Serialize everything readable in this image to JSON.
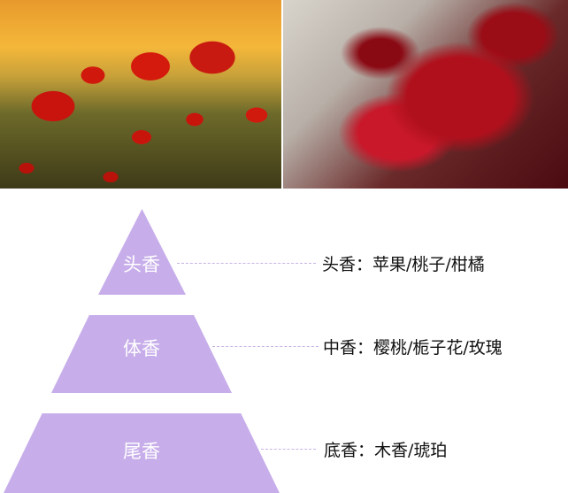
{
  "photos": [
    {
      "name": "poppy-field-photo"
    },
    {
      "name": "red-rose-photo"
    }
  ],
  "pyramid": {
    "color": "#c7aeea",
    "tiers": [
      {
        "label": "头香",
        "note": "头香：苹果/桃子/柑橘"
      },
      {
        "label": "体香",
        "note": "中香：樱桃/栀子花/玫瑰"
      },
      {
        "label": "尾香",
        "note": "底香：木香/琥珀"
      }
    ]
  }
}
